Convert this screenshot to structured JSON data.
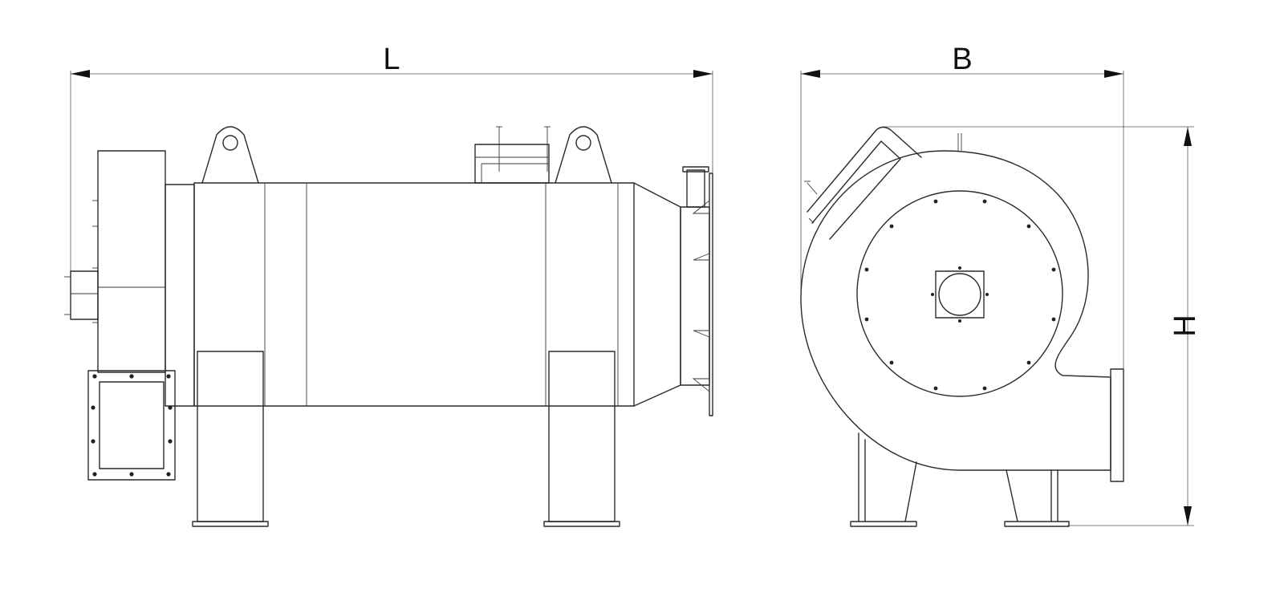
{
  "dimensions": {
    "length_label": "L",
    "width_label": "B",
    "height_label": "H"
  },
  "views": [
    "side-view",
    "end-view"
  ],
  "colors": {
    "line": "#2a2a2a",
    "background": "#ffffff"
  }
}
